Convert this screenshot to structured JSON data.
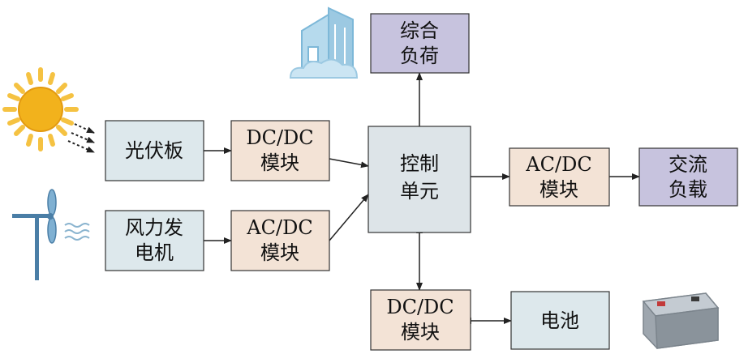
{
  "colors": {
    "source_box": "#dde8ec",
    "converter_box": "#f3e3d6",
    "load_box": "#c7c3de",
    "control_box": "#dde4e8",
    "line": "#222222",
    "sun_core": "#f2b21c",
    "sun_rays": "#f5c242",
    "turbine": "#4a7ea6",
    "building": "#9cc9e2"
  },
  "icons": {
    "sun": "sun-icon",
    "wind_turbine": "wind-turbine-icon",
    "wind_waves": "wind-waves-icon",
    "building": "building-icon",
    "battery": "battery-icon"
  },
  "nodes": {
    "pv_panel": {
      "label": "光伏板"
    },
    "dcdc_pv": {
      "line1": "DC/DC",
      "line2": "模块"
    },
    "wind_gen": {
      "line1": "风力发",
      "line2": "电机"
    },
    "acdc_wind": {
      "line1": "AC/DC",
      "line2": "模块"
    },
    "control": {
      "line1": "控制",
      "line2": "单元"
    },
    "composite_load": {
      "line1": "综合",
      "line2": "负荷"
    },
    "acdc_out": {
      "line1": "AC/DC",
      "line2": "模块"
    },
    "ac_load": {
      "line1": "交流",
      "line2": "负载"
    },
    "dcdc_batt": {
      "line1": "DC/DC",
      "line2": "模块"
    },
    "battery": {
      "label": "电池"
    }
  }
}
